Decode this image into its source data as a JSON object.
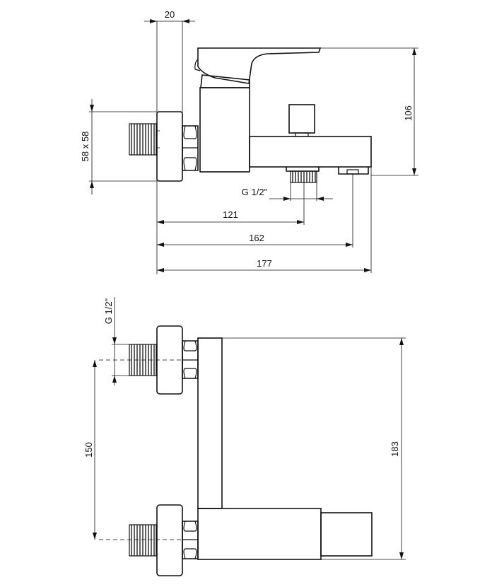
{
  "views": {
    "side": {
      "dimensions": {
        "wall_thickness": "20",
        "flange_size": "58 x 58",
        "height": "106",
        "thread": "G 1/2\"",
        "outlet_distance": "121",
        "spout_outlet": "162",
        "total_length": "177"
      }
    },
    "top": {
      "dimensions": {
        "thread": "G 1/2\"",
        "inlet_spacing": "150",
        "overall_width": "183"
      }
    }
  }
}
